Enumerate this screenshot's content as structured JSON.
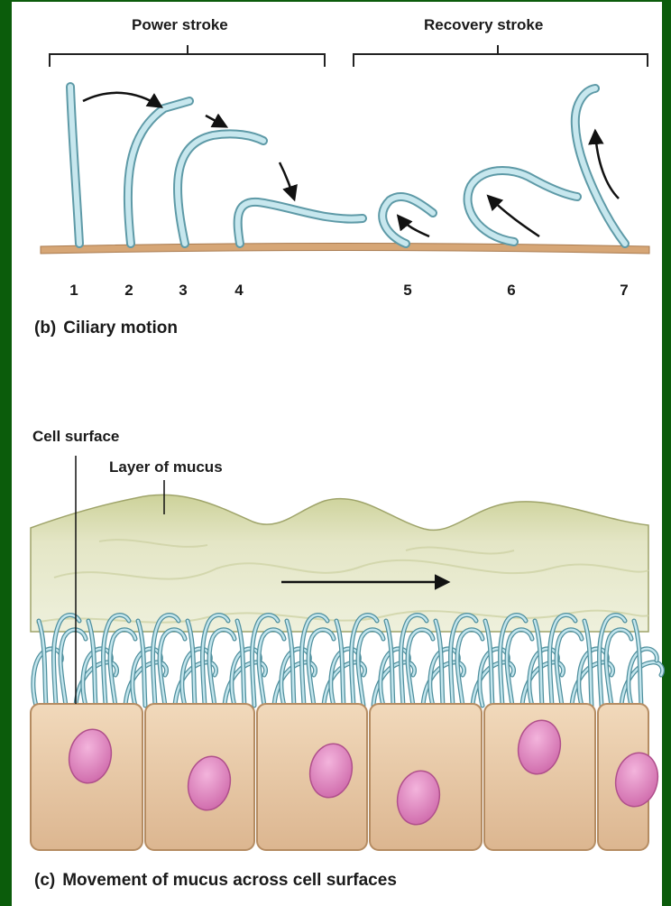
{
  "panel_b": {
    "stroke_labels": {
      "power": "Power stroke",
      "recovery": "Recovery stroke"
    },
    "positions": [
      "1",
      "2",
      "3",
      "4",
      "5",
      "6",
      "7"
    ],
    "caption": {
      "letter": "(b)",
      "text": "Ciliary motion"
    }
  },
  "panel_c": {
    "callouts": {
      "cell_surface": "Cell surface",
      "mucus_layer": "Layer of mucus"
    },
    "caption": {
      "letter": "(c)",
      "text": "Movement of mucus across cell surfaces"
    }
  },
  "colors": {
    "page_border": "#0b5c0b",
    "cilium": "#b7dde6",
    "cilium_outline": "#5e9aa7",
    "membrane": "#c89a6a",
    "mucus": "#dfe2bd",
    "cell_body": "#e8c9a5",
    "nucleus": "#d77bb7"
  },
  "icons": [
    "arrow-power-stroke",
    "arrow-recovery-stroke",
    "arrow-mucus-flow"
  ]
}
